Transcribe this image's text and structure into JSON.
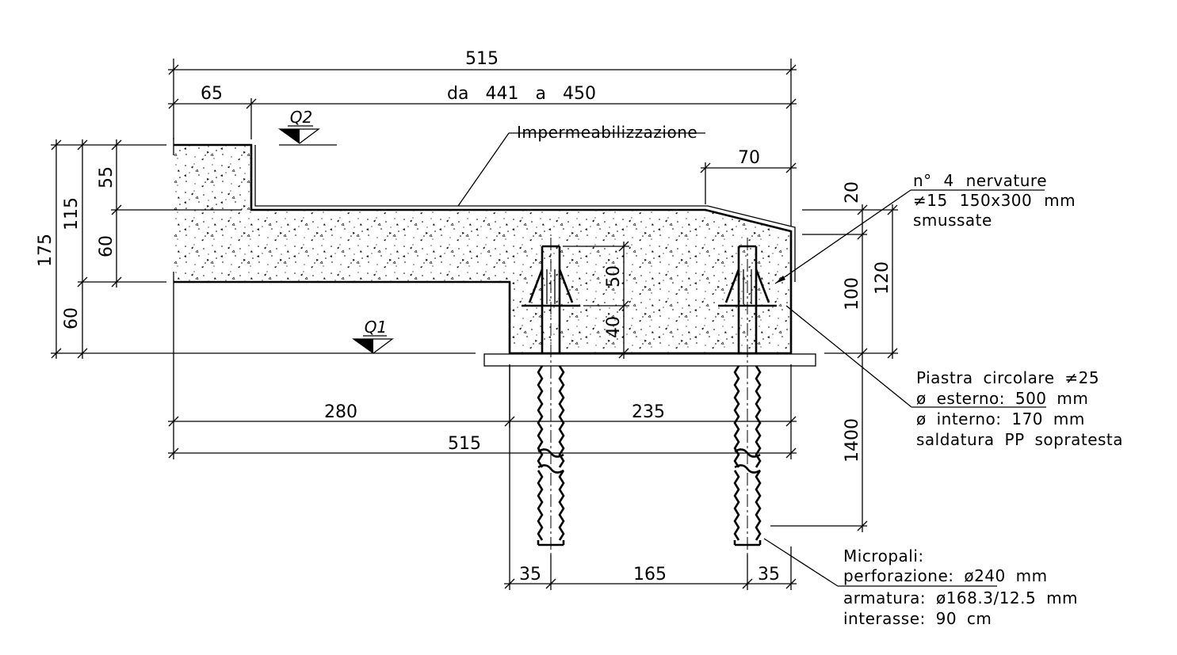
{
  "dims": {
    "top_total": "515",
    "top_left": "65",
    "top_span": "da 441 a 450",
    "top_right": "70",
    "left_175": "175",
    "left_115": "115",
    "left_55": "55",
    "left_60a": "60",
    "left_60b": "60",
    "inner_50": "50",
    "inner_40": "40",
    "right_20": "20",
    "right_100": "100",
    "right_120": "120",
    "right_1400": "1400",
    "bottom_280": "280",
    "bottom_235": "235",
    "bottom_515": "515",
    "pile_35a": "35",
    "pile_165": "165",
    "pile_35b": "35"
  },
  "levels": {
    "q1": "Q1",
    "q2": "Q2"
  },
  "notes": {
    "waterproofing": "Impermeabilizzazione",
    "ribs": [
      "n° 4 nervature",
      "≠15 150x300 mm",
      "smussate"
    ],
    "plate": [
      "Piastra circolare ≠25",
      "ø esterno: 500 mm",
      "ø interno: 170 mm",
      "saldatura PP sopratesta"
    ],
    "micropiles": [
      "Micropali:",
      "perforazione: ø240 mm",
      "armatura: ø168.3/12.5 mm",
      "interasse: 90 cm"
    ]
  }
}
